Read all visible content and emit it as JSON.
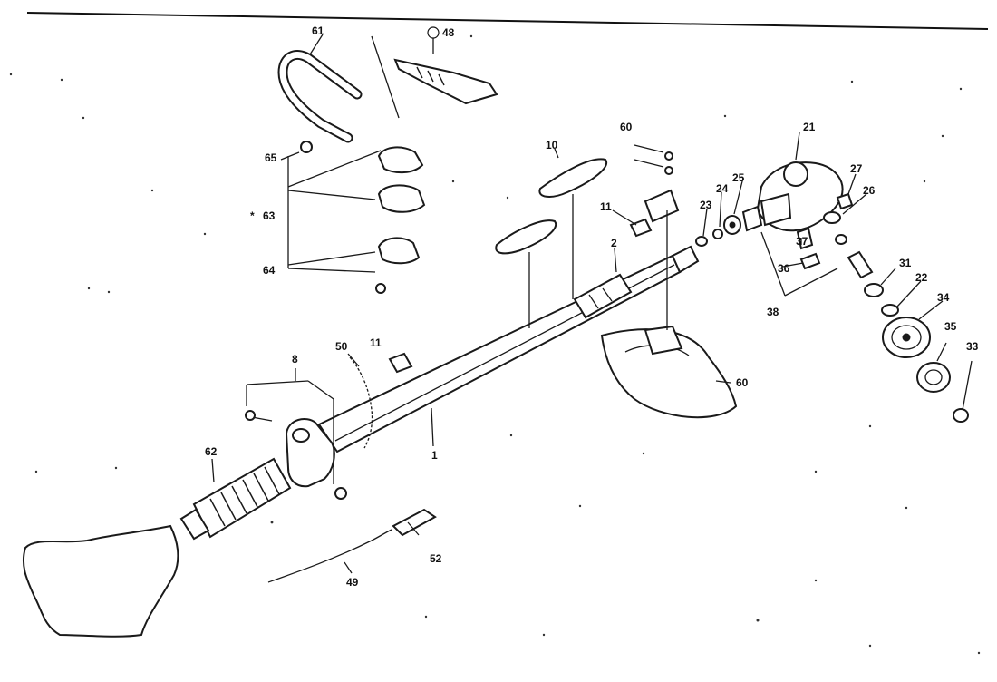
{
  "diagram": {
    "callouts": [
      {
        "id": "c61",
        "text": "61"
      },
      {
        "id": "c48",
        "text": "48"
      },
      {
        "id": "c10",
        "text": "10"
      },
      {
        "id": "c60a",
        "text": "60"
      },
      {
        "id": "c21",
        "text": "21"
      },
      {
        "id": "c27",
        "text": "27"
      },
      {
        "id": "c25",
        "text": "25"
      },
      {
        "id": "c24",
        "text": "24"
      },
      {
        "id": "c23",
        "text": "23"
      },
      {
        "id": "c26",
        "text": "26"
      },
      {
        "id": "c11a",
        "text": "11"
      },
      {
        "id": "c2",
        "text": "2"
      },
      {
        "id": "c37",
        "text": "37"
      },
      {
        "id": "c36",
        "text": "36"
      },
      {
        "id": "c31",
        "text": "31"
      },
      {
        "id": "c22",
        "text": "22"
      },
      {
        "id": "c38",
        "text": "38"
      },
      {
        "id": "c34",
        "text": "34"
      },
      {
        "id": "c35",
        "text": "35"
      },
      {
        "id": "c33",
        "text": "33"
      },
      {
        "id": "c65",
        "text": "65"
      },
      {
        "id": "c63",
        "text": "63"
      },
      {
        "id": "c64",
        "text": "64"
      },
      {
        "id": "c11b",
        "text": "11"
      },
      {
        "id": "c50",
        "text": "50"
      },
      {
        "id": "c8",
        "text": "8"
      },
      {
        "id": "c60b",
        "text": "60"
      },
      {
        "id": "c1",
        "text": "1"
      },
      {
        "id": "c62",
        "text": "62"
      },
      {
        "id": "c52",
        "text": "52"
      },
      {
        "id": "c49",
        "text": "49"
      }
    ],
    "marker_63": "*"
  }
}
